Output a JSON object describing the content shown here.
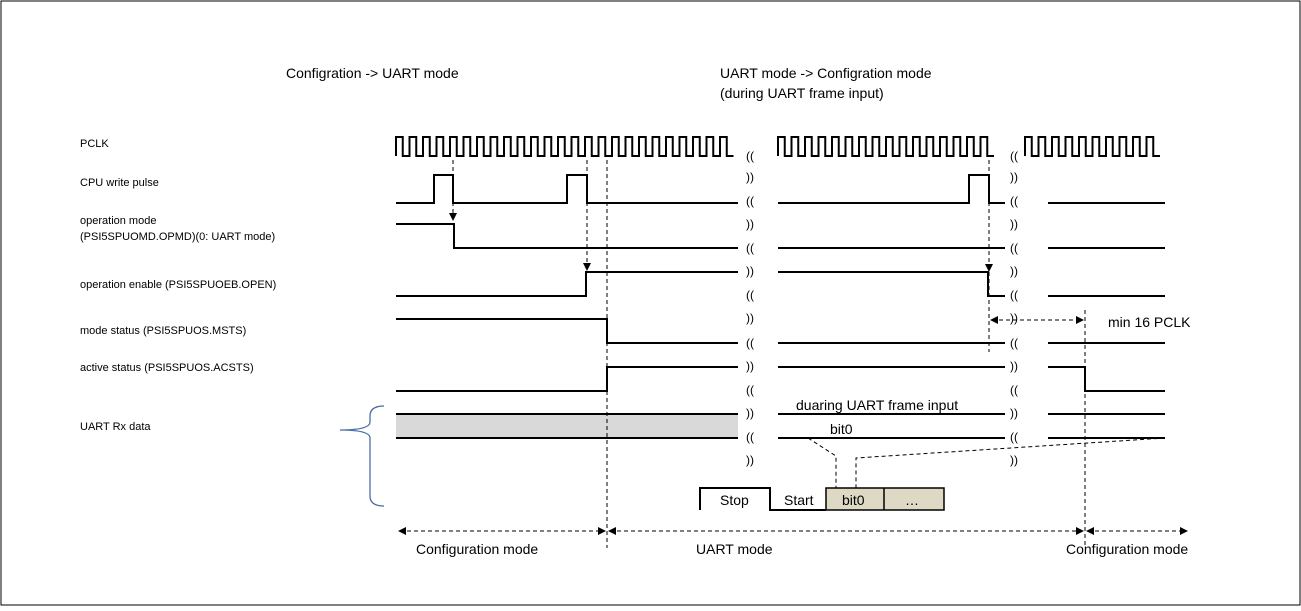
{
  "headers": {
    "left": "Configration -> UART mode",
    "right_line1": "UART mode -> Configration mode",
    "right_line2": "(during UART frame input)"
  },
  "signals": {
    "pclk": "PCLK",
    "cpu_write": "CPU write pulse",
    "opmode_line1": "operation mode",
    "opmode_line2": "(PSI5SPUOMD.OPMD)(0: UART mode)",
    "openable": "operation enable (PSI5SPUOEB.OPEN)",
    "mode_status": "mode status (PSI5SPUOS.MSTS)",
    "active_status": "active status (PSI5SPUOS.ACSTS)",
    "uart_rx": "UART Rx data"
  },
  "annotations": {
    "min_pclk": "min 16 PCLK",
    "during_frame": "duaring UART frame input",
    "bit0": "bit0",
    "break_top": "((",
    "break_bottom": "))"
  },
  "frame_box": {
    "stop": "Stop",
    "start": "Start",
    "bit0": "bit0",
    "ellipsis": "…"
  },
  "modes": {
    "config_left": "Configuration mode",
    "uart": "UART mode",
    "config_right": "Configuration mode"
  }
}
